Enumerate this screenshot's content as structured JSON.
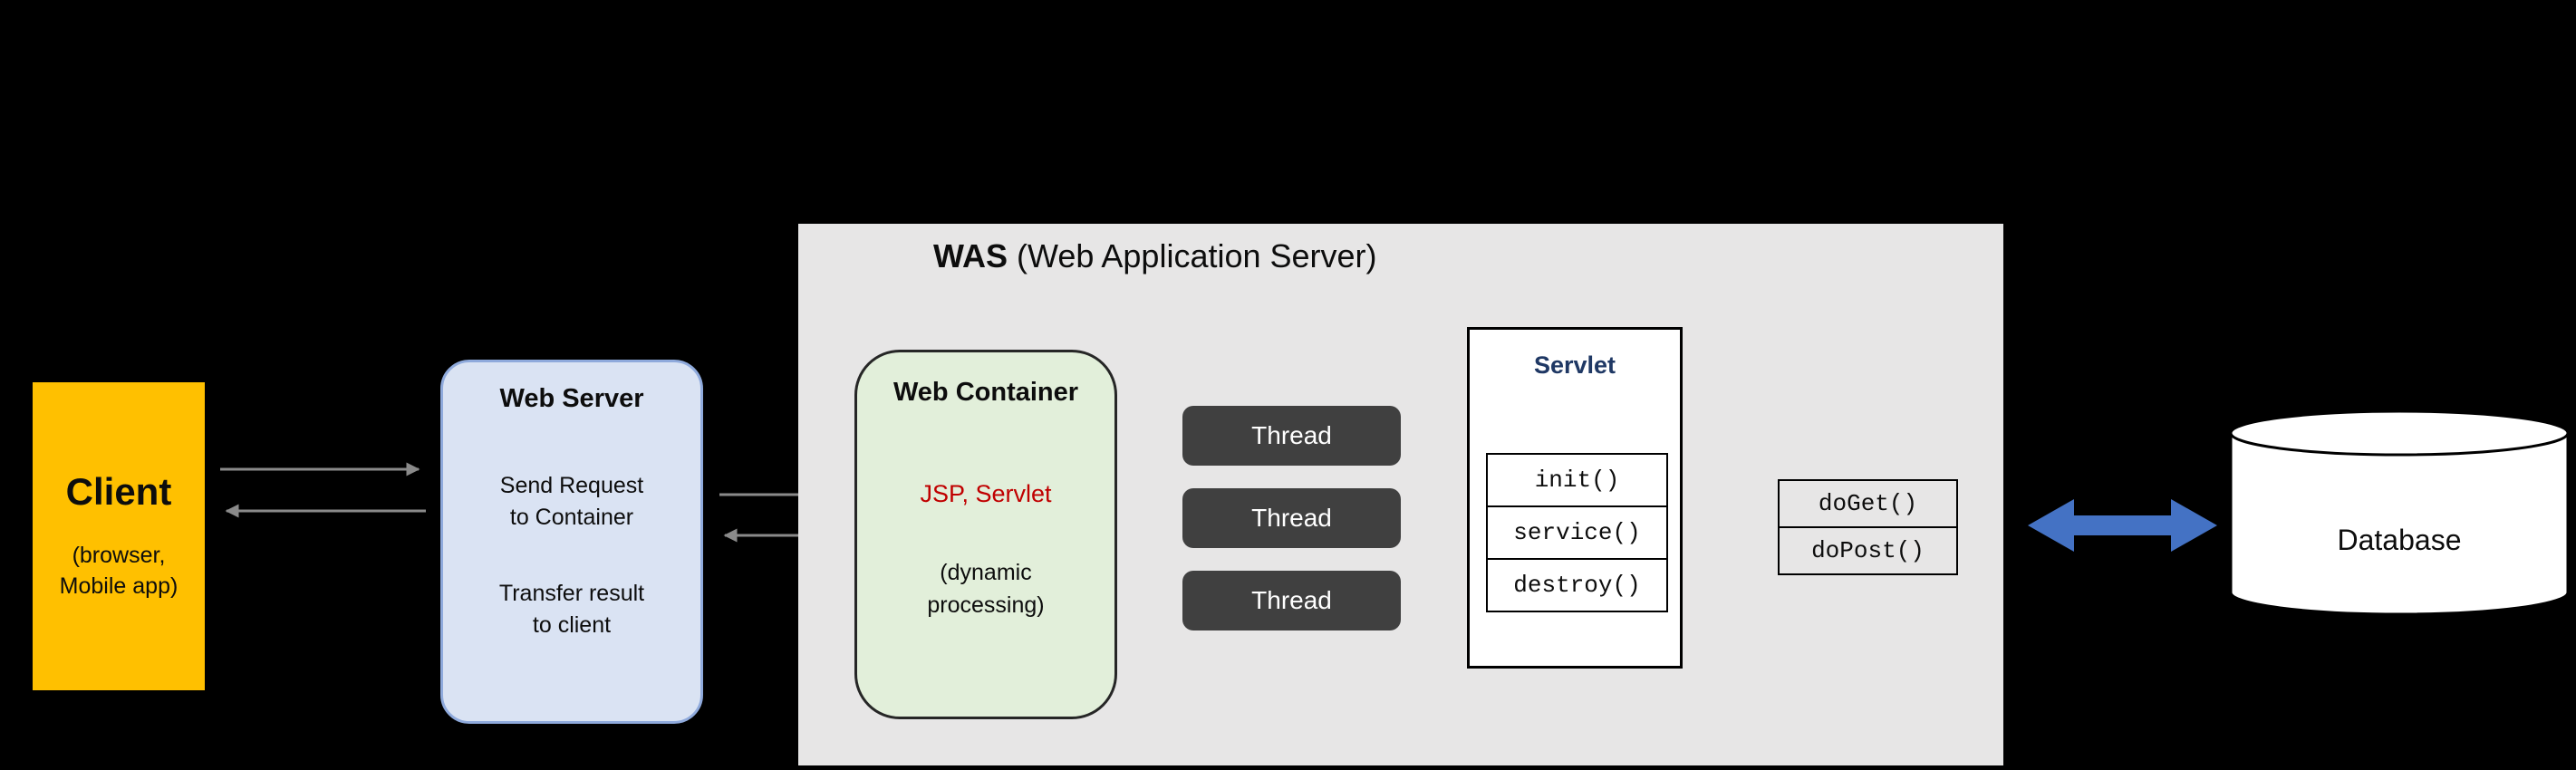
{
  "diagram": {
    "background": "#000000"
  },
  "client": {
    "title": "Client",
    "subtitle": "(browser,\nMobile app)",
    "fill": "#FFC000"
  },
  "web_server": {
    "title": "Web Server",
    "note1": "Send Request\nto Container",
    "note2": "Transfer result\nto client",
    "fill": "#DAE3F3",
    "border": "#8FAADC"
  },
  "was": {
    "title_bold": "WAS",
    "title_rest": " (Web Application Server)",
    "fill": "#E7E6E6"
  },
  "web_container": {
    "title": "Web Container",
    "tech": "JSP, Servlet",
    "tech_color": "#C00000",
    "note": "(dynamic\nprocessing)",
    "fill": "#E2EFDA"
  },
  "threads": {
    "items": [
      "Thread",
      "Thread",
      "Thread"
    ],
    "fill": "#404040",
    "text_color": "#FFFFFF"
  },
  "servlet": {
    "title": "Servlet",
    "title_color": "#1F3864",
    "methods": [
      "init()",
      "service()",
      "destroy()"
    ]
  },
  "handlers": {
    "items": [
      "doGet()",
      "doPost()"
    ]
  },
  "database": {
    "label": "Database"
  },
  "colors": {
    "connector_arrow": "#8a8a8a",
    "db_arrow": "#4472C4"
  }
}
